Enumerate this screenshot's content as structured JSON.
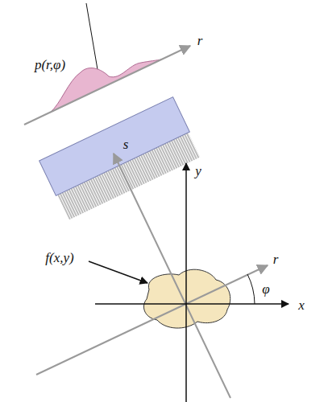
{
  "diagram": {
    "labels": [
      "p(r,φ)",
      "r",
      "s",
      "y",
      "f(x,y)",
      "r",
      "φ",
      "x"
    ]
  }
}
